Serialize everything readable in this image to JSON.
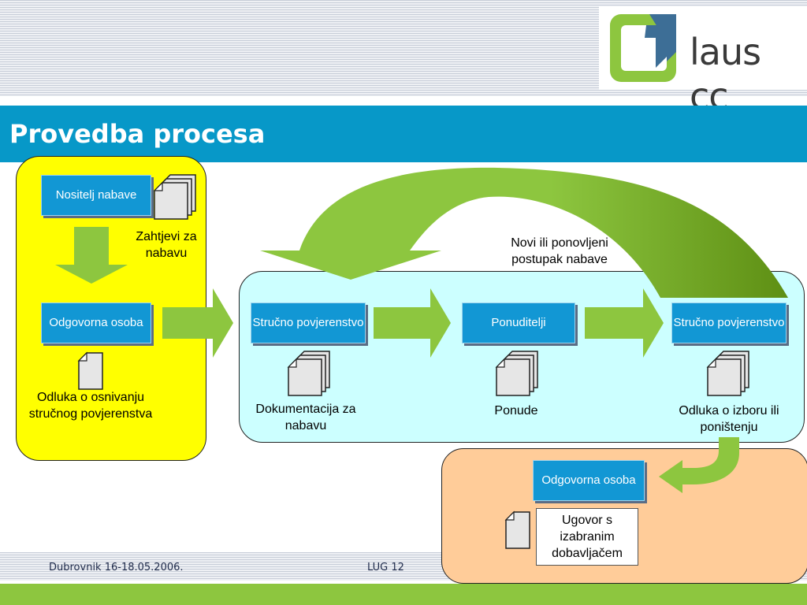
{
  "header": {
    "title": "Provedba procesa",
    "logo_text": "laus cc"
  },
  "colors": {
    "blue_bar": "#0798c8",
    "green": "#8dc63f",
    "dark_green": "#5e8f14",
    "yellow": "#ffff00",
    "cyan": "#ccffff",
    "peach": "#ffcc99",
    "button": "#1297d4"
  },
  "nodes": {
    "nositelj": "Nositelj nabave",
    "odgovorna_top": "Odgovorna osoba",
    "strucno1": "Stručno povjerenstvo",
    "ponuditelji": "Ponuditelji",
    "strucno2": "Stručno povjerenstvo",
    "odgovorna_bottom": "Odgovorna osoba"
  },
  "labels": {
    "zahtjevi": "Zahtjevi za nabavu",
    "odluka_osnivanju": "Odluka o osnivanju stručnog povjerenstva",
    "novi_postupak": "Novi ili ponovljeni postupak nabave",
    "dokumentacija": "Dokumentacija za nabavu",
    "ponude": "Ponude",
    "odluka_izboru": "Odluka o izboru ili poništenju",
    "ugovor": "Ugovor s izabranim dobavljačem"
  },
  "footer": {
    "place_date": "Dubrovnik 16-18.05.2006.",
    "page": "LUG 12"
  }
}
